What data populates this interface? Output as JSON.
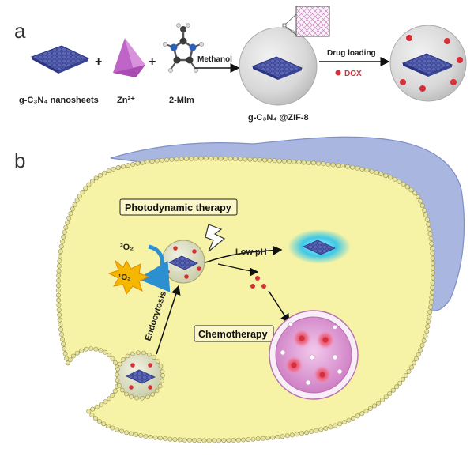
{
  "panel_a": {
    "letter": "a",
    "plus1": "+",
    "plus2": "+",
    "label_nanosheets": "g-C₃N₄ nanosheets",
    "label_zinc": "Zn²⁺",
    "label_mim": "2-MIm",
    "arrow1_label": "Methanol",
    "label_composite": "g-C₃N₄ @ZIF-8",
    "arrow2_label": "Drug loading",
    "dox_label": "DOX"
  },
  "panel_b": {
    "letter": "b",
    "pdt_label": "Photodynamic therapy",
    "chemo_label": "Chemotherapy",
    "low_ph_label": "Low pH",
    "endocytosis_label": "Endocytosis",
    "triplet_oxygen": "³O₂",
    "singlet_oxygen": "¹O₂"
  },
  "colors": {
    "cell_fill": "#f6f3a6",
    "membrane_bead": "#e6e2a0",
    "nucleus_blue": "#a9b7e0",
    "sheet": "#4a56a8",
    "dox_red": "#d5303a",
    "shell_grey": "#d6d6d6",
    "lysosome": "#d38ac8",
    "burst": "#f5b700",
    "glow_cyan": "#3ec8e6"
  }
}
